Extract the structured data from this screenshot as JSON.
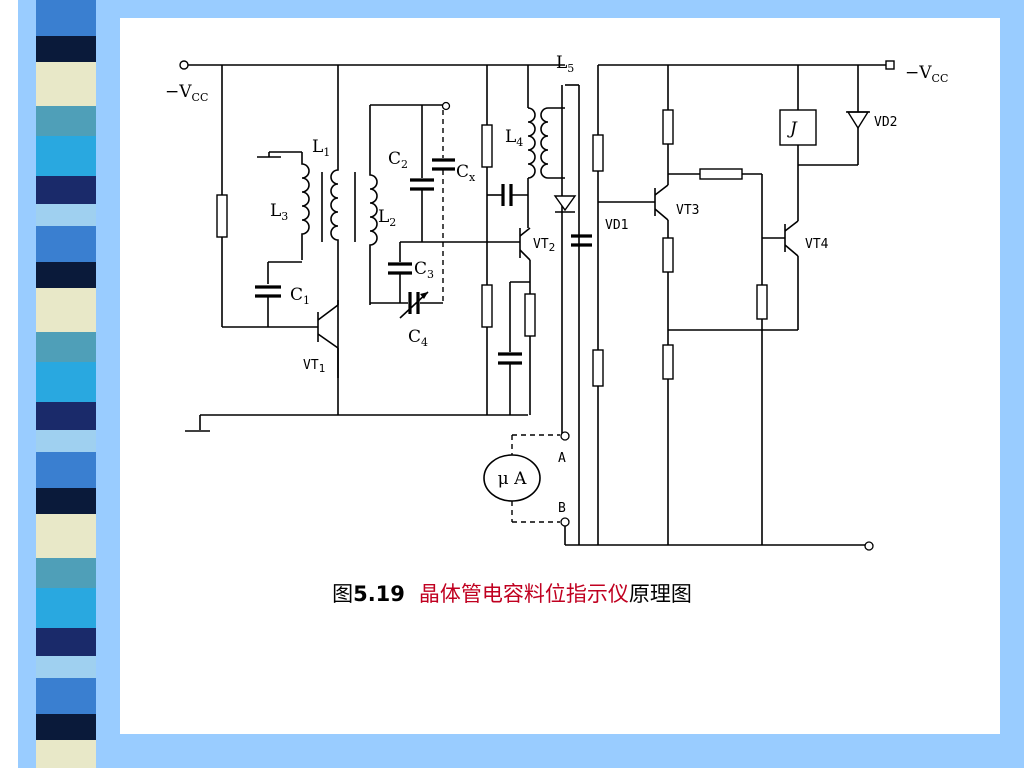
{
  "slide": {
    "caption": {
      "prefix": "图",
      "number": "5.19",
      "highlight": "晶体管电容料位指示仪",
      "suffix": "原理图",
      "highlight_color": "#c00020"
    }
  },
  "diagram": {
    "supply_label_left": "−V",
    "supply_label_right": "−V",
    "supply_subscript": "CC",
    "labels": {
      "L1": "L",
      "L1_sub": "1",
      "L2": "L",
      "L2_sub": "2",
      "L3": "L",
      "L3_sub": "3",
      "L4": "L",
      "L4_sub": "4",
      "L5": "L",
      "L5_sub": "5",
      "C1": "C",
      "C1_sub": "1",
      "C2": "C",
      "C2_sub": "2",
      "C3": "C",
      "C3_sub": "3",
      "C4": "C",
      "C4_sub": "4",
      "Cx": "C",
      "Cx_sub": "x",
      "VT1": "VT",
      "VT1_sub": "1",
      "VT2": "VT",
      "VT2_sub": "2",
      "VT3": "VT3",
      "VT4": "VT4",
      "VD1": "VD1",
      "VD2": "VD2",
      "relay": "J",
      "meter": "μ A",
      "terminal_A": "A",
      "terminal_B": "B"
    }
  },
  "colors": {
    "background": "#99ccff",
    "slide": "#ffffff"
  }
}
